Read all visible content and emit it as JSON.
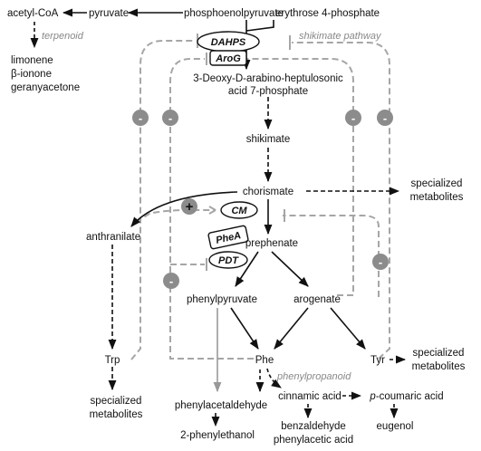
{
  "compounds": {
    "acetyl_coa": "acetyl-CoA",
    "pyruvate": "pyruvate",
    "pep": "phosphoenolpyruvate",
    "e4p": "erythrose 4-phosphate",
    "limonene": "limonene",
    "ionone": "β-ionone",
    "geranylacetone": "geranyacetone",
    "dahp_line1": "3-Deoxy-D-arabino-heptulosonic",
    "dahp_line2": "acid 7-phosphate",
    "shikimate": "shikimate",
    "chorismate": "chorismate",
    "anthranilate": "anthranilate",
    "prephenate": "prephenate",
    "phenylpyruvate": "phenylpyruvate",
    "arogenate": "arogenate",
    "trp": "Trp",
    "phe": "Phe",
    "tyr": "Tyr",
    "phenylacetaldehyde": "phenylacetaldehyde",
    "phenylethanol": "2-phenylethanol",
    "cinnamic": "cinnamic acid",
    "coumaric": "p-coumaric acid",
    "benzaldehyde": "benzaldehyde",
    "phenylacetic": "phenylacetic acid",
    "eugenol": "eugenol",
    "spec_top_1": "specialized",
    "spec_top_2": "metabolites",
    "spec_left_1": "specialized",
    "spec_left_2": "metabolites",
    "spec_right_1": "specialized",
    "spec_right_2": "metabolites"
  },
  "enzymes": {
    "dahps": "DAHPS",
    "arog": "AroG",
    "cm": "CM",
    "phea": "PheA",
    "pdt": "PDT"
  },
  "pathway_notes": {
    "terpenoid": "terpenoid",
    "shikimate_pathway": "shikimate pathway",
    "phenylpropanoid": "phenylpropanoid"
  },
  "regulation_signs": {
    "inhibit": "-",
    "activate": "+"
  },
  "colors": {
    "main_arrow": "#111111",
    "feedback_line": "#a6a6a6",
    "inhibitor_circle": "#8c8c8c",
    "note_text": "#888888"
  }
}
